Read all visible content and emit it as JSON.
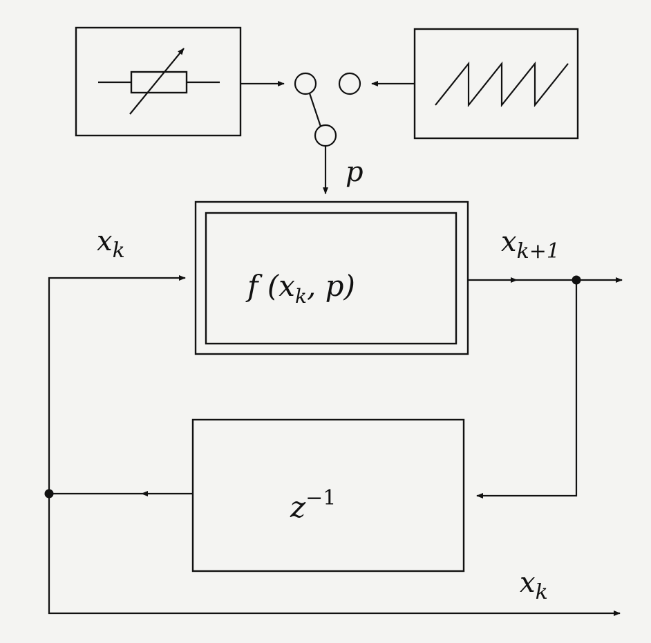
{
  "labels": {
    "parameter": "p",
    "input_top_var": "x",
    "input_top_sub": "k",
    "output_var": "x",
    "output_sub": "k+1",
    "output_bottom_var": "x",
    "output_bottom_sub": "k",
    "function_prefix": "f (x",
    "function_sub": "k",
    "function_suffix": ", p)",
    "delay_var": "z",
    "delay_exp": "−1"
  }
}
